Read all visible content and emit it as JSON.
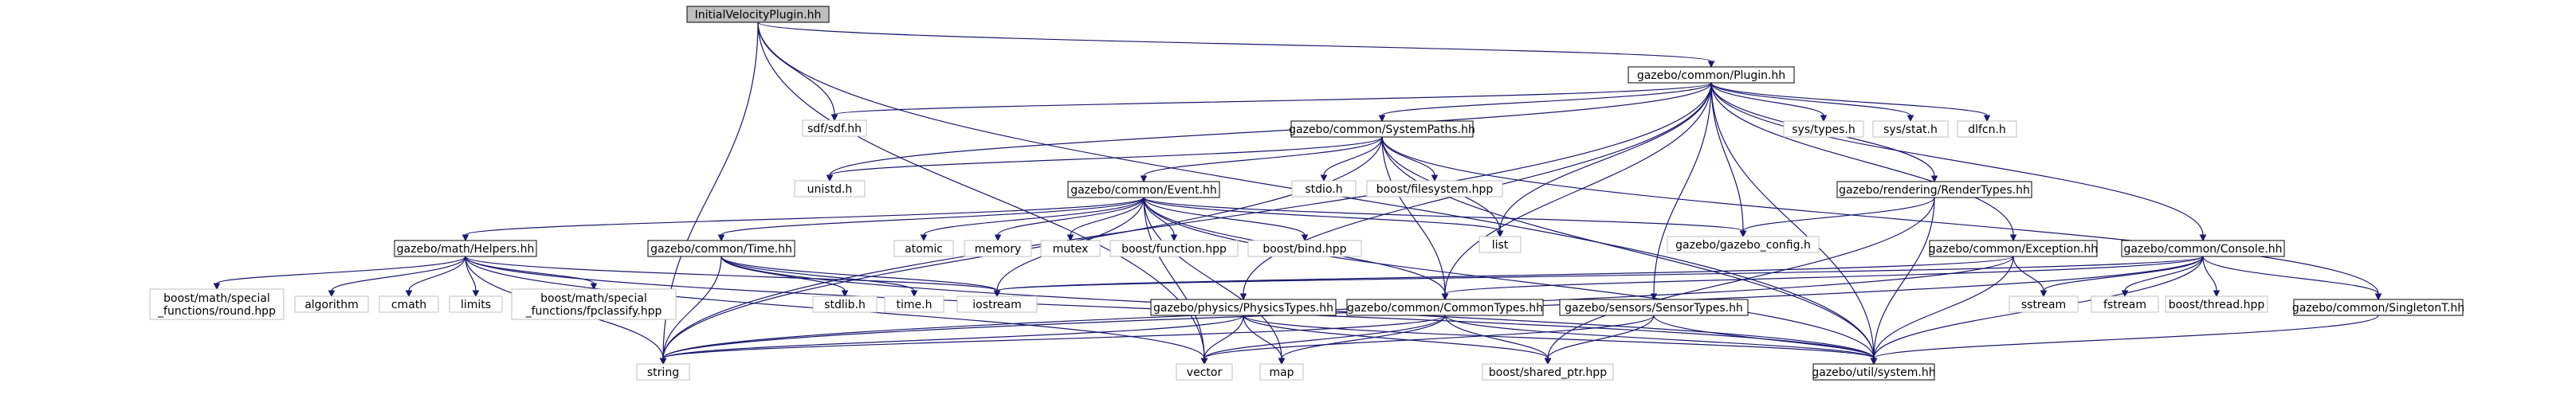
{
  "nodes": {
    "root": "InitialVelocityPlugin.hh",
    "plugin": "gazebo/common/Plugin.hh",
    "sdf": "sdf/sdf.hh",
    "systempaths": "gazebo/common/SystemPaths.hh",
    "systypes": "sys/types.h",
    "sysstat": "sys/stat.h",
    "dlfcn": "dlfcn.h",
    "unistd": "unistd.h",
    "stdio": "stdio.h",
    "filesystem": "boost/filesystem.hpp",
    "event": "gazebo/common/Event.hh",
    "rendertypes": "gazebo/rendering/RenderTypes.hh",
    "list": "list",
    "gazeboconfig": "gazebo/gazebo_config.h",
    "helpers": "gazebo/math/Helpers.hh",
    "time": "gazebo/common/Time.hh",
    "atomic": "atomic",
    "memory": "memory",
    "mutex": "mutex",
    "function": "boost/function.hpp",
    "bind": "boost/bind.hpp",
    "exception": "gazebo/common/Exception.hh",
    "console": "gazebo/common/Console.hh",
    "roundhpp": [
      "boost/math/special",
      "_functions/round.hpp"
    ],
    "algorithm": "algorithm",
    "cmath": "cmath",
    "limits": "limits",
    "fpclassify": [
      "boost/math/special",
      "_functions/fpclassify.hpp"
    ],
    "stdlib": "stdlib.h",
    "timeh": "time.h",
    "iostream": "iostream",
    "physicstypes": "gazebo/physics/PhysicsTypes.hh",
    "commontypes": "gazebo/common/CommonTypes.hh",
    "sensortypes": "gazebo/sensors/SensorTypes.hh",
    "sstream": "sstream",
    "fstream": "fstream",
    "thread": "boost/thread.hpp",
    "singleton": "gazebo/common/SingletonT.hh",
    "string": "string",
    "vector": "vector",
    "map": "map",
    "sharedptr": "boost/shared_ptr.hpp",
    "system": "gazebo/util/system.hh"
  },
  "edges": [
    [
      "root",
      "plugin"
    ],
    [
      "root",
      "sdf"
    ],
    [
      "root",
      "string"
    ],
    [
      "root",
      "vector"
    ],
    [
      "root",
      "system"
    ],
    [
      "plugin",
      "sdf"
    ],
    [
      "plugin",
      "systempaths"
    ],
    [
      "plugin",
      "systypes"
    ],
    [
      "plugin",
      "sysstat"
    ],
    [
      "plugin",
      "dlfcn"
    ],
    [
      "plugin",
      "unistd"
    ],
    [
      "plugin",
      "list"
    ],
    [
      "plugin",
      "gazeboconfig"
    ],
    [
      "plugin",
      "rendertypes"
    ],
    [
      "plugin",
      "exception"
    ],
    [
      "plugin",
      "console"
    ],
    [
      "plugin",
      "physicstypes"
    ],
    [
      "plugin",
      "commontypes"
    ],
    [
      "plugin",
      "sensortypes"
    ],
    [
      "plugin",
      "string"
    ],
    [
      "plugin",
      "system"
    ],
    [
      "systempaths",
      "unistd"
    ],
    [
      "systempaths",
      "stdio"
    ],
    [
      "systempaths",
      "filesystem"
    ],
    [
      "systempaths",
      "event"
    ],
    [
      "systempaths",
      "list"
    ],
    [
      "systempaths",
      "string"
    ],
    [
      "systempaths",
      "singleton"
    ],
    [
      "systempaths",
      "commontypes"
    ],
    [
      "systempaths",
      "system"
    ],
    [
      "event",
      "helpers"
    ],
    [
      "event",
      "time"
    ],
    [
      "event",
      "atomic"
    ],
    [
      "event",
      "memory"
    ],
    [
      "event",
      "mutex"
    ],
    [
      "event",
      "function"
    ],
    [
      "event",
      "bind"
    ],
    [
      "event",
      "list"
    ],
    [
      "event",
      "gazeboconfig"
    ],
    [
      "event",
      "iostream"
    ],
    [
      "event",
      "vector"
    ],
    [
      "event",
      "commontypes"
    ],
    [
      "event",
      "system"
    ],
    [
      "event",
      "map"
    ],
    [
      "rendertypes",
      "gazeboconfig"
    ],
    [
      "rendertypes",
      "sharedptr"
    ],
    [
      "rendertypes",
      "system"
    ],
    [
      "helpers",
      "roundhpp"
    ],
    [
      "helpers",
      "algorithm"
    ],
    [
      "helpers",
      "cmath"
    ],
    [
      "helpers",
      "limits"
    ],
    [
      "helpers",
      "fpclassify"
    ],
    [
      "helpers",
      "iostream"
    ],
    [
      "helpers",
      "string"
    ],
    [
      "helpers",
      "vector"
    ],
    [
      "helpers",
      "system"
    ],
    [
      "time",
      "stdlib"
    ],
    [
      "time",
      "timeh"
    ],
    [
      "time",
      "iostream"
    ],
    [
      "time",
      "string"
    ],
    [
      "time",
      "system"
    ],
    [
      "exception",
      "iostream"
    ],
    [
      "exception",
      "sstream"
    ],
    [
      "exception",
      "string"
    ],
    [
      "exception",
      "system"
    ],
    [
      "console",
      "iostream"
    ],
    [
      "console",
      "sstream"
    ],
    [
      "console",
      "fstream"
    ],
    [
      "console",
      "thread"
    ],
    [
      "console",
      "string"
    ],
    [
      "console",
      "singleton"
    ],
    [
      "console",
      "commontypes"
    ],
    [
      "console",
      "system"
    ],
    [
      "physicstypes",
      "vector"
    ],
    [
      "physicstypes",
      "map"
    ],
    [
      "physicstypes",
      "sharedptr"
    ],
    [
      "physicstypes",
      "string"
    ],
    [
      "physicstypes",
      "system"
    ],
    [
      "commontypes",
      "vector"
    ],
    [
      "commontypes",
      "map"
    ],
    [
      "commontypes",
      "sharedptr"
    ],
    [
      "commontypes",
      "string"
    ],
    [
      "commontypes",
      "system"
    ],
    [
      "sensortypes",
      "vector"
    ],
    [
      "sensortypes",
      "sharedptr"
    ],
    [
      "sensortypes",
      "system"
    ],
    [
      "singleton",
      "system"
    ]
  ]
}
